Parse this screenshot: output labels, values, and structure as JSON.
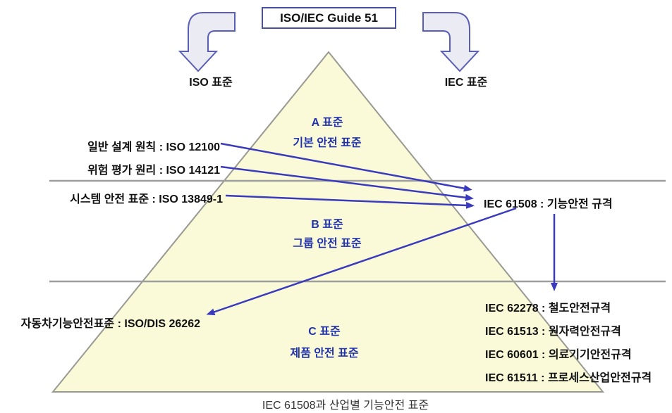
{
  "diagram": {
    "title_box": "ISO/IEC Guide 51",
    "branches": {
      "left": "ISO 표준",
      "right": "IEC 표준"
    },
    "pyramid": {
      "levels": [
        {
          "name": "A 표준",
          "desc": "기본 안전 표준"
        },
        {
          "name": "B 표준",
          "desc": "그룹 안전 표준"
        },
        {
          "name": "C 표준",
          "desc": "제품 안전 표준"
        }
      ]
    },
    "left_labels": [
      "일반 설계 원칙 : ISO 12100",
      "위험 평가 원리 : ISO 14121",
      "시스템 안전 표준 : ISO 13849-1",
      "자동차기능안전표준 : ISO/DIS 26262"
    ],
    "iec_main_label": "IEC 61508 : 기능안전 규격",
    "iec_list": [
      "IEC 62278 : 철도안전규격",
      "IEC 61513 : 원자력안전규격",
      "IEC 60601 : 의료기기안전규격",
      "IEC 61511 : 프로세스산업안전규격"
    ],
    "caption": "IEC 61508과 산업별 기능안전 표준",
    "colors": {
      "pyramid_fill": "#fafad9",
      "pyramid_border": "#9a9a93",
      "divider_line": "#9e9e9e",
      "text_blue": "#2233aa",
      "arrow_blue": "#3a3abd",
      "title_box_border": "#4a4fa0",
      "bent_arrow_fill": "#ebebf3",
      "bent_arrow_border": "#5a5fb5"
    }
  }
}
